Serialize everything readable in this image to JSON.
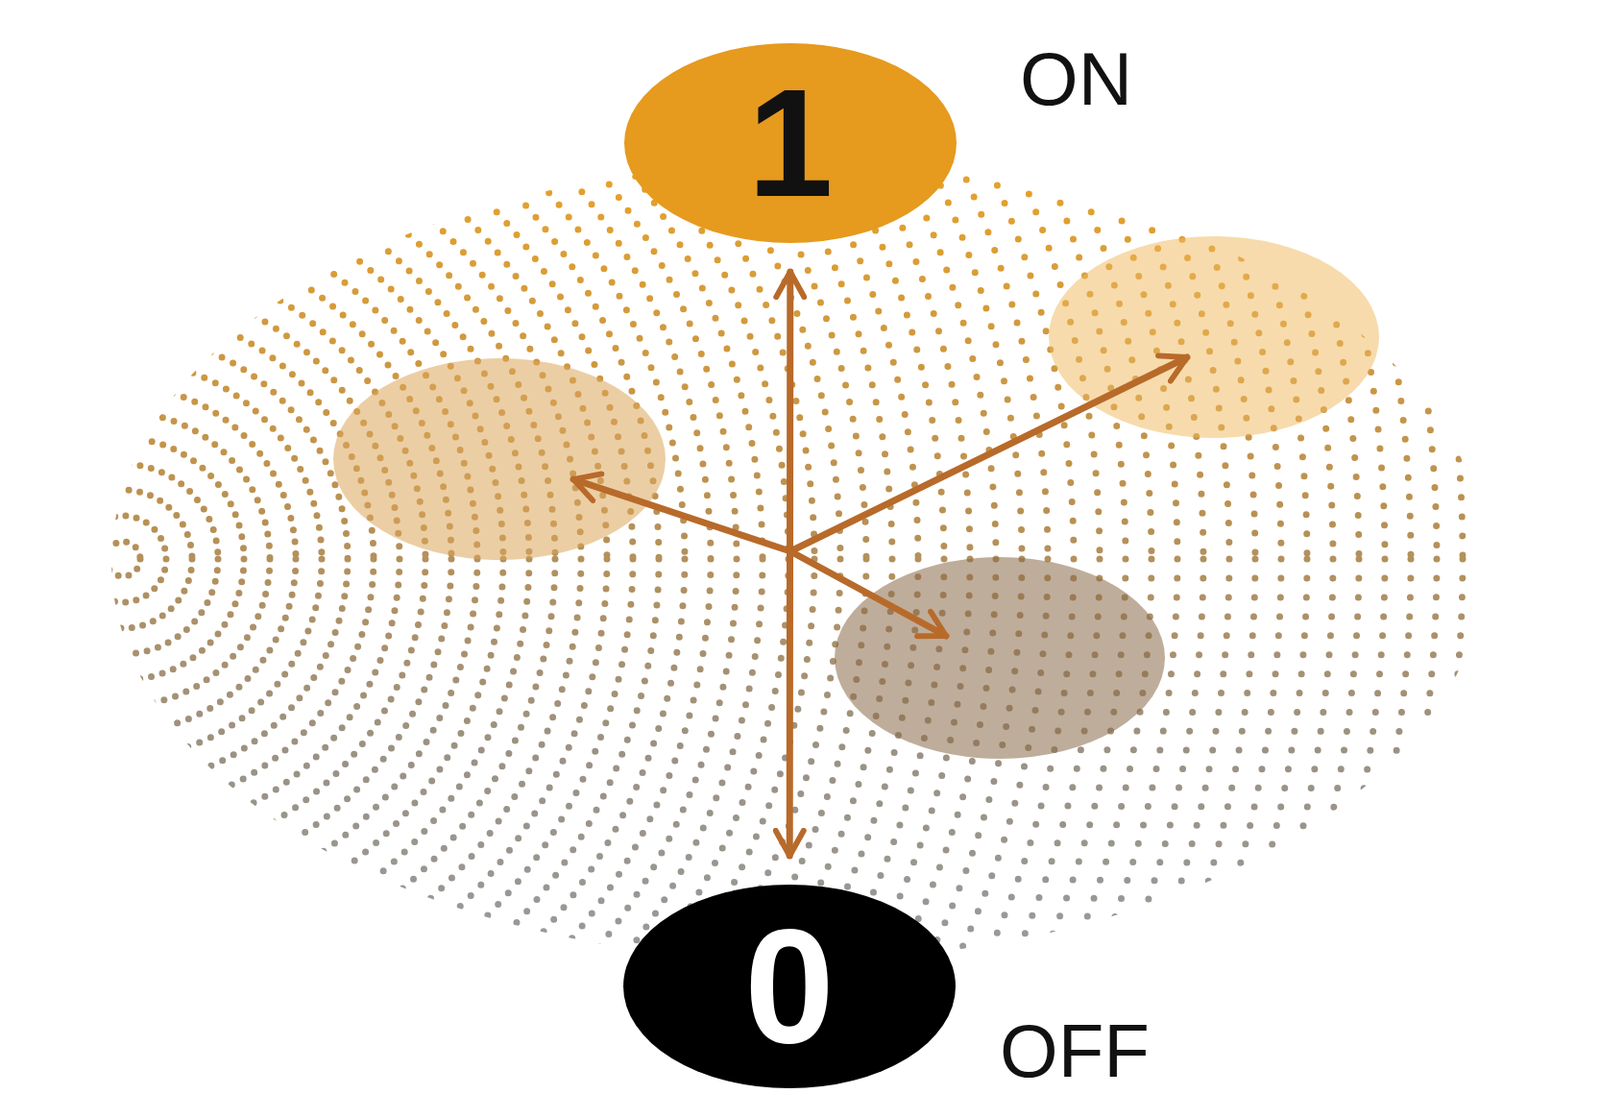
{
  "diagram": {
    "nodes": [
      {
        "text": [
          "1",
          "ON"
        ]
      },
      {
        "text": [
          "0",
          "OFF"
        ]
      }
    ],
    "edges": [
      {
        "from": 0,
        "to": 1,
        "arrow": "both"
      }
    ]
  }
}
